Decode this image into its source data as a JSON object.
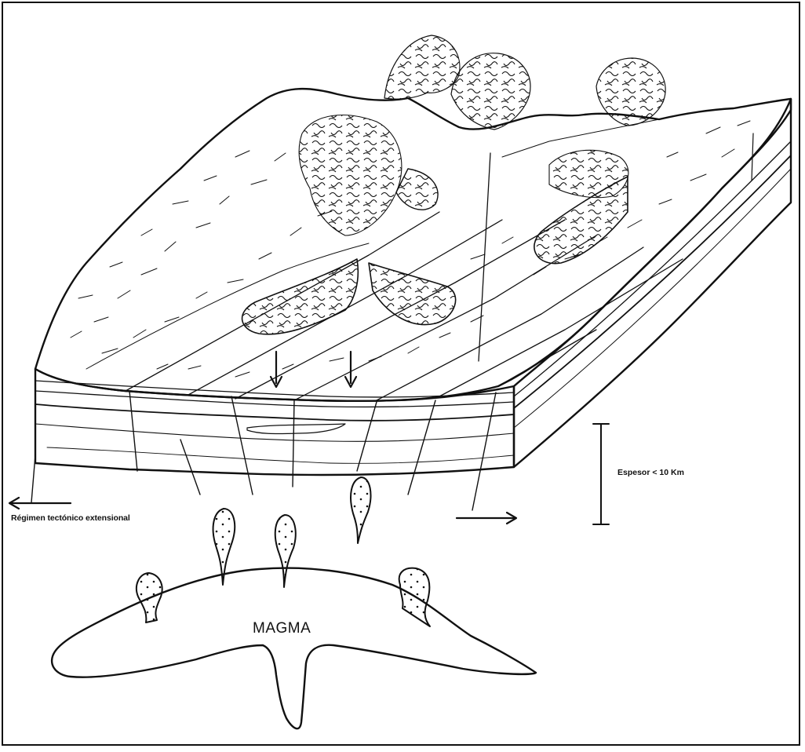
{
  "labels": {
    "regimen": "Régimen tectónico extensional",
    "espesor": "Espesor < 10 Km",
    "magma": "MAGMA"
  },
  "colors": {
    "ink": "#111111",
    "paper": "#ffffff"
  }
}
